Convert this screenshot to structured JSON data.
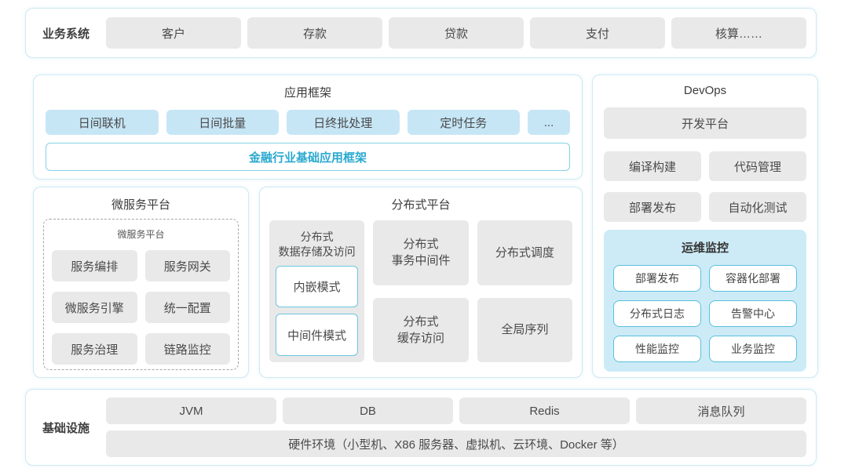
{
  "colors": {
    "panel_border": "#cfe9f2",
    "grey_box": "#e9e9e9",
    "blue_box": "#c6e6f6",
    "base_frame_border": "#85d1e6",
    "base_frame_text": "#2aa9d0",
    "monitor_bg": "#cdebf7",
    "monitor_box_border": "#59c0df"
  },
  "business_systems": {
    "label": "业务系统",
    "items": [
      "客户",
      "存款",
      "贷款",
      "支付",
      "核算……"
    ]
  },
  "app_framework": {
    "title": "应用框架",
    "modules": [
      "日间联机",
      "日间批量",
      "日终批处理",
      "定时任务",
      "..."
    ],
    "base": "金融行业基础应用框架"
  },
  "microservice": {
    "title": "微服务平台",
    "inner_title": "微服务平台",
    "items": [
      "服务编排",
      "服务网关",
      "微服务引擎",
      "统一配置",
      "服务治理",
      "链路监控"
    ]
  },
  "distributed": {
    "title": "分布式平台",
    "storage": {
      "line1": "分布式",
      "line2": "数据存储及访问",
      "modes": [
        "内嵌模式",
        "中间件模式"
      ]
    },
    "middle": [
      {
        "line1": "分布式",
        "line2": "事务中间件"
      },
      {
        "line1": "分布式",
        "line2": "缓存访问"
      }
    ],
    "right": [
      "分布式调度",
      "全局序列"
    ]
  },
  "devops": {
    "title": "DevOps",
    "platform": "开发平台",
    "tools": [
      "编译构建",
      "代码管理",
      "部署发布",
      "自动化测试"
    ],
    "monitoring": {
      "title": "运维监控",
      "items": [
        "部署发布",
        "容器化部署",
        "分布式日志",
        "告警中心",
        "性能监控",
        "业务监控"
      ]
    }
  },
  "infrastructure": {
    "label": "基础设施",
    "items": [
      "JVM",
      "DB",
      "Redis",
      "消息队列"
    ],
    "hardware": "硬件环境（小型机、X86 服务器、虚拟机、云环境、Docker 等）"
  }
}
